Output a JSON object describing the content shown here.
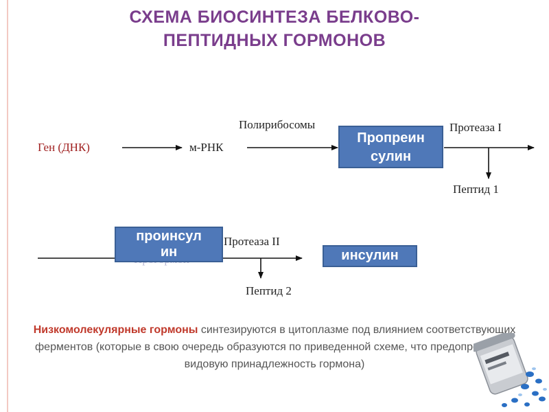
{
  "title": {
    "line1": "СХЕМА БИОСИНТЕЗА БЕЛКОВО-",
    "line2": "ПЕПТИДНЫХ ГОРМОНОВ"
  },
  "diagram": {
    "gene": "Ген (ДНК)",
    "mrna": "м-РНК",
    "polyribosomes": "Полирибосомы",
    "preproinsulin": {
      "line1": "Пропреин",
      "line2": "сулин"
    },
    "protease1": "Протеаза I",
    "peptide1": "Пептид 1",
    "proinsulin": {
      "line1": "проинсул",
      "line2": "ин"
    },
    "prohormone_hidden": "Прогормон",
    "protease2": "Протеаза II",
    "insulin": "инсулин",
    "peptide2": "Пептид 2"
  },
  "note": {
    "highlight": "Низкомолекулярные гормоны",
    "text": " синтезируются в цитоплазме под влиянием соответствующих ферментов (которые в свою очередь образуются по приведенной схеме, что предопределяет видовую принадлежность гормона)"
  },
  "colors": {
    "title": "#7a3d8c",
    "box": "#4f78b8",
    "gene": "#a02020",
    "highlight": "#c0392b"
  },
  "icons": {
    "decoration": "pill-bottle-icon"
  }
}
